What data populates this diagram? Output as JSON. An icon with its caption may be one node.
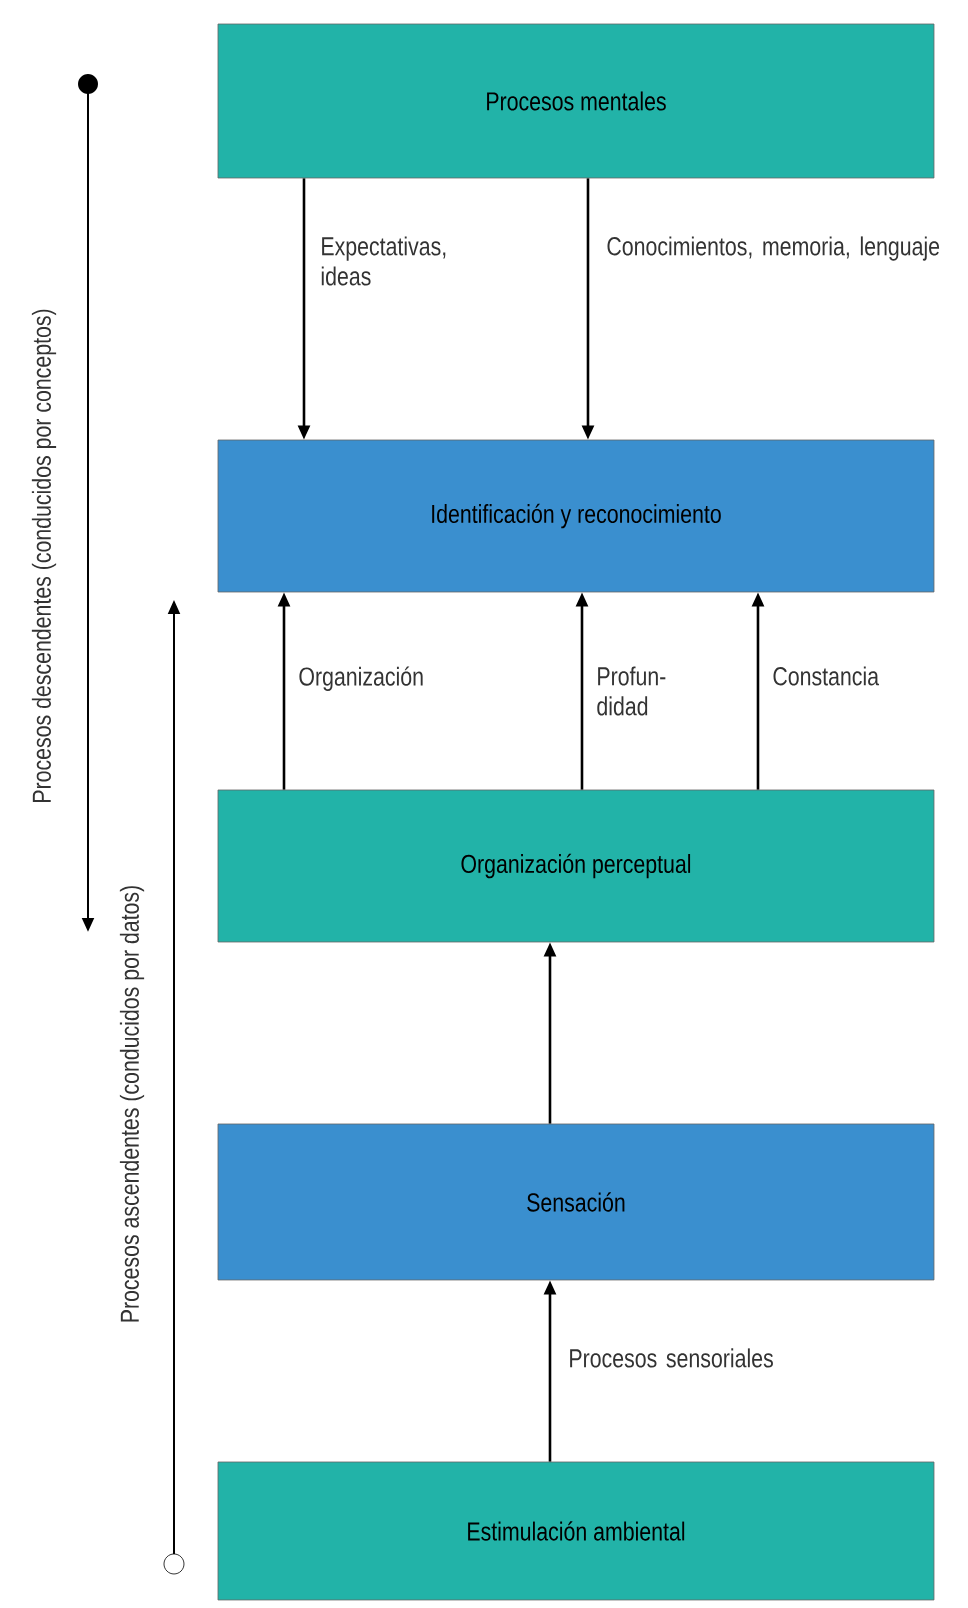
{
  "diagram": {
    "nodes": [
      {
        "text": [
          "Procesos mentales"
        ]
      },
      {
        "text": [
          "Identificación y reconocimiento"
        ]
      },
      {
        "text": [
          "Organización perceptual"
        ]
      },
      {
        "text": [
          "Sensación"
        ]
      },
      {
        "text": [
          "Estimulación ambiental"
        ]
      }
    ],
    "edges": [
      {
        "from": 0,
        "to": 1,
        "arrow": "to",
        "label": "Expectativas, ideas"
      },
      {
        "from": 0,
        "to": 1,
        "arrow": "to",
        "label": "Conocimientos, memoria, lenguaje"
      },
      {
        "from": 2,
        "to": 1,
        "arrow": "to",
        "label": "Organización"
      },
      {
        "from": 2,
        "to": 1,
        "arrow": "to",
        "label": "Profun- didad"
      },
      {
        "from": 2,
        "to": 1,
        "arrow": "to",
        "label": "Constancia"
      },
      {
        "from": 3,
        "to": 2,
        "arrow": "to"
      },
      {
        "from": 4,
        "to": 3,
        "arrow": "to",
        "label": "Procesos sensoriales"
      }
    ],
    "labels": [
      "Procesos descendentes (conducidos por conceptos)",
      "Procesos ascendentes (conducidos por datos)"
    ]
  }
}
